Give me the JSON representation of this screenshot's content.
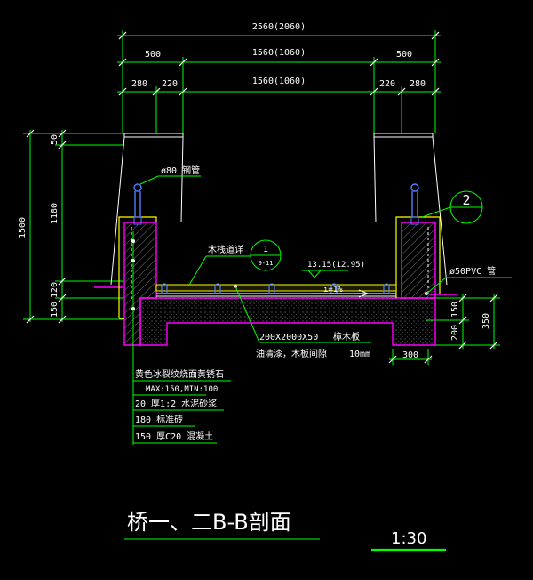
{
  "dimensions": {
    "overall_width": "2560(2060)",
    "side_500_left": "500",
    "middle_width_1": "1560(1060)",
    "side_500_right": "500",
    "seg_280_left": "280",
    "seg_220_left": "220",
    "middle_width_2": "1560(1060)",
    "seg_220_right": "220",
    "seg_280_right": "280",
    "total_height": "1500",
    "v_50": "50",
    "v_1180": "1180",
    "v_120": "120",
    "v_150": "150",
    "r_150": "150",
    "r_200": "200",
    "r_350": "350",
    "footing_300": "300"
  },
  "labels": {
    "pipe": "ø80 钢管",
    "deck_detail": "木栈道详",
    "callout_1_num": "1",
    "callout_1_sub": "9-11",
    "callout_2_num": "2",
    "elevation": "13.15(12.95)",
    "slope": "i=1%",
    "pvc_pipe": "ø50PVC 管",
    "board_size": "200X2000X50",
    "board_type": "樟木板",
    "board_finish": "油清漆，木板间隙",
    "board_gap": "10mm"
  },
  "layers": [
    "黄色冰裂纹烧面黄锈石",
    "MAX:150,MIN:100",
    "20 厚1:2 水泥砂浆",
    "180 标准砖",
    "150 厚C20 混凝土"
  ],
  "title": "桥一、二B-B剖面",
  "scale": "1:30",
  "colors": {
    "background": "#000000",
    "dimension_line": "#00ff00",
    "section_outline": "#ff00ff",
    "finish_layer": "#ffff00",
    "railing": "#4f7fff",
    "text": "#ffffff"
  }
}
